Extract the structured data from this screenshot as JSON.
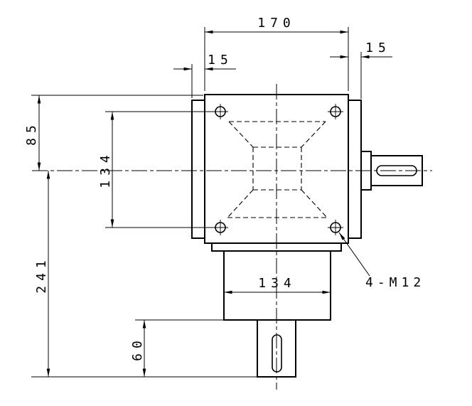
{
  "drawing": {
    "background_color": "#ffffff",
    "line_color": "#000000",
    "dimensions": {
      "top_width": "170",
      "left_flange": "15",
      "right_flange": "15",
      "top_to_center": "85",
      "bolt_spacing": "134",
      "center_to_bottom": "241",
      "housing_width": "134",
      "shaft_extension": "60",
      "thread_callout": "4-M12"
    }
  }
}
